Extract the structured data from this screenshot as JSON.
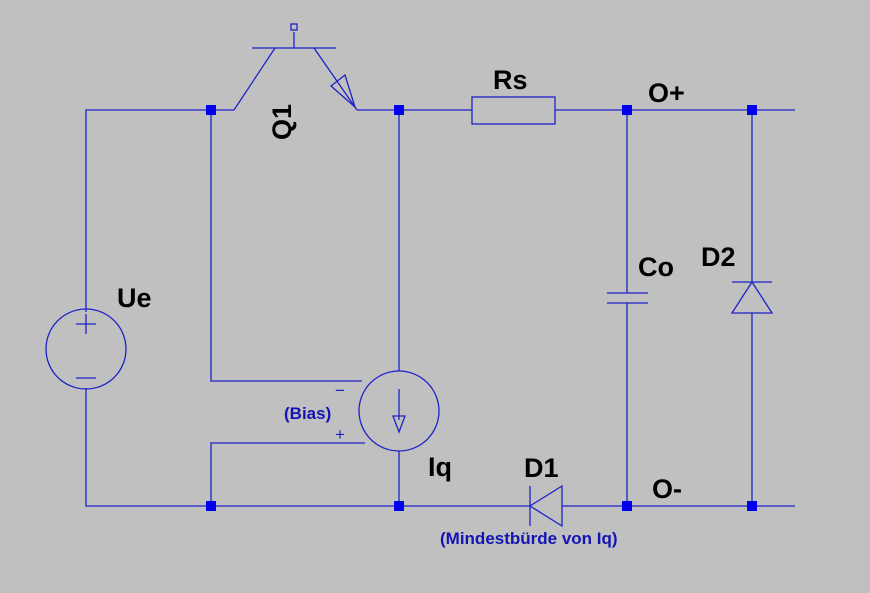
{
  "colors": {
    "background": "#c0c0c0",
    "wire": "#1e22c8",
    "junction": "#0000ee",
    "label": "#000000",
    "note": "#1414b4"
  },
  "labels": {
    "q1": "Q1",
    "rs": "Rs",
    "out_plus": "O+",
    "out_minus": "O-",
    "ue": "Ue",
    "co": "Co",
    "d2": "D2",
    "iq": "Iq",
    "d1": "D1"
  },
  "notes": {
    "bias": "(Bias)",
    "d1_note": "(Mindestbürde von Iq)"
  },
  "signs": {
    "ue_plus": "+",
    "ue_minus": "−",
    "iq_minus": "−",
    "iq_plus": "+"
  }
}
